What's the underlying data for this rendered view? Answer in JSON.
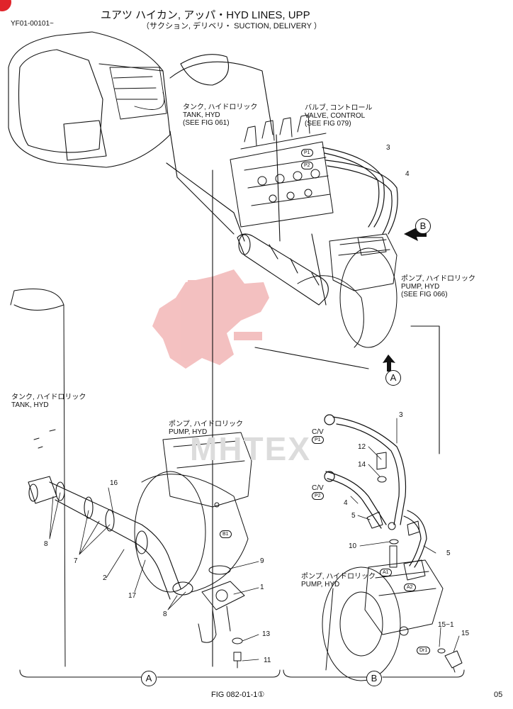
{
  "header": {
    "code": "YF01-00101~",
    "title": "ユアツ ハイカン, アッパ・HYD LINES, UPP",
    "subtitle": "（サクション, デリベリ・ SUCTION, DELIVERY ）"
  },
  "labels": {
    "tank_ref": [
      "タンク, ハイドロリック",
      "TANK, HYD",
      "(SEE FIG 061)"
    ],
    "valve_ref": [
      "バルブ, コントロール",
      "VALVE, CONTROL",
      "(SEE FIG 079)"
    ],
    "pump_ref": [
      "ポンプ, ハイドロリック",
      "PUMP, HYD",
      "(SEE FIG 066)"
    ],
    "tank_a": [
      "タンク, ハイドロリック",
      "TANK, HYD"
    ],
    "pump_a": [
      "ポンプ, ハイドロリック",
      "PUMP, HYD"
    ],
    "pump_b": [
      "ポンプ, ハイドロリック",
      "PUMP, HYD"
    ],
    "cv": "C/V"
  },
  "ports": {
    "p1": "P1",
    "p2": "P2",
    "b1": "B1",
    "a1": "A1",
    "a2": "A2",
    "dr1": "Dr1"
  },
  "callouts": {
    "top_3": "3",
    "top_4": "4",
    "a_8a": "8",
    "a_7": "7",
    "a_16": "16",
    "a_2": "2",
    "a_17": "17",
    "a_8b": "8",
    "a_9": "9",
    "a_1": "1",
    "a_13": "13",
    "a_11": "11",
    "b_3": "3",
    "b_12": "12",
    "b_14": "14",
    "b_4": "4",
    "b_5a": "5",
    "b_10": "10",
    "b_5b": "5",
    "b_15_1": "15−1",
    "b_15": "15"
  },
  "view_markers": {
    "a": "A",
    "b": "B"
  },
  "watermark": "MHTEX",
  "footer": {
    "fig": "FIG 082-01-1①",
    "page": "05"
  },
  "colors": {
    "ink": "#111111",
    "watermark": "#f2b6b6",
    "accent": "#e0242b"
  }
}
